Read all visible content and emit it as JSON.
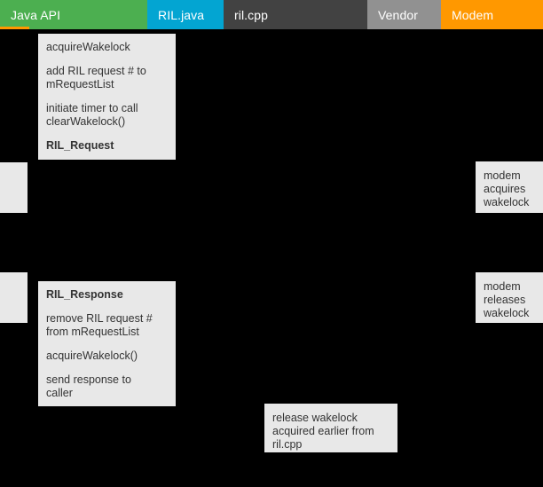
{
  "lanes": [
    {
      "id": "java-api",
      "label": "Java API",
      "color": "#4CAF50"
    },
    {
      "id": "ril-java",
      "label": "RIL.java",
      "color": "#03A5D2"
    },
    {
      "id": "ril-cpp",
      "label": "ril.cpp",
      "color": "#424242"
    },
    {
      "id": "vendor",
      "label": "Vendor",
      "color": "#919191"
    },
    {
      "id": "modem",
      "label": "Modem",
      "color": "#FF9800"
    }
  ],
  "active_lane_accent": "#FF9800",
  "notes": {
    "ril_request": {
      "lines": [
        "acquireWakelock",
        "add RIL request # to\nmRequestList",
        "initiate timer to call\nclearWakelock()"
      ],
      "title": "RIL_Request"
    },
    "ril_response": {
      "title": "RIL_Response",
      "lines": [
        "remove RIL request #\nfrom mRequestList",
        "acquireWakelock()",
        "send response to\ncaller"
      ]
    },
    "release_wakelock": {
      "text": "release wakelock\nacquired earlier from\nril.cpp"
    },
    "modem_acquires": {
      "text": "modem\nacquires\nwakelock"
    },
    "modem_releases": {
      "text": "modem\nreleases\nwakelock"
    }
  },
  "note_background": "#E8E8E8",
  "canvas_background": "#000000"
}
